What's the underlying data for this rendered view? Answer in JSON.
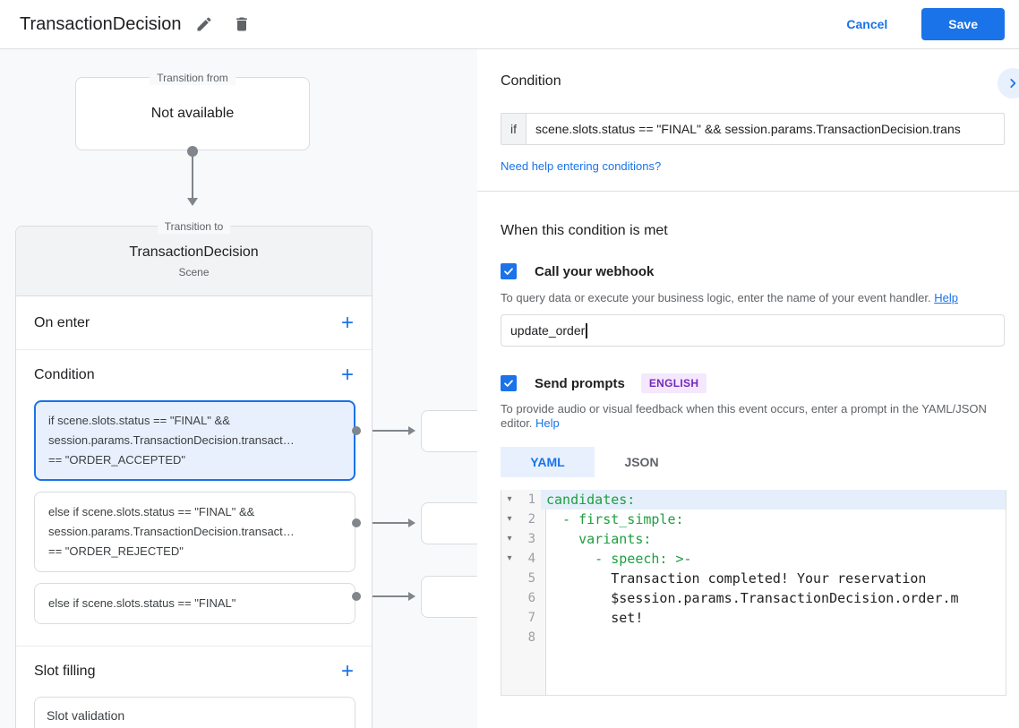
{
  "header": {
    "title": "TransactionDecision",
    "cancel_label": "Cancel",
    "save_label": "Save"
  },
  "diagram": {
    "add_symbol": "+",
    "transition_from": {
      "legend": "Transition from",
      "content": "Not available"
    },
    "scene": {
      "legend": "Transition to",
      "title": "TransactionDecision",
      "subtitle": "Scene"
    },
    "on_enter_label": "On enter",
    "condition_label": "Condition",
    "conditions": [
      {
        "text": "if scene.slots.status == \"FINAL\" &&\nsession.params.TransactionDecision.transact…\n== \"ORDER_ACCEPTED\""
      },
      {
        "text": "else if scene.slots.status == \"FINAL\" &&\nsession.params.TransactionDecision.transact…\n== \"ORDER_REJECTED\""
      },
      {
        "text": "else if scene.slots.status == \"FINAL\""
      }
    ],
    "slot_filling_label": "Slot filling",
    "slot_item": "Slot validation"
  },
  "panel": {
    "heading": "Condition",
    "if_prefix": "if",
    "if_value": "scene.slots.status == \"FINAL\" && session.params.TransactionDecision.trans",
    "conditions_help_link": "Need help entering conditions?",
    "when_heading": "When this condition is met",
    "webhook": {
      "label": "Call your webhook",
      "description": "To query data or execute your business logic, enter the name of your event handler.",
      "help_link": "Help",
      "value": "update_order"
    },
    "prompts": {
      "label": "Send prompts",
      "language_badge": "ENGLISH",
      "description": "To provide audio or visual feedback when this event occurs, enter a prompt in the YAML/JSON editor.",
      "help_link": "Help"
    },
    "tabs": {
      "yaml": "YAML",
      "json": "JSON"
    },
    "editor": {
      "lines": [
        {
          "num": "1",
          "fold": "▾",
          "key": "candidates:",
          "plain": ""
        },
        {
          "num": "2",
          "fold": "▾",
          "key": "  - first_simple:",
          "plain": ""
        },
        {
          "num": "3",
          "fold": "▾",
          "key": "    variants:",
          "plain": ""
        },
        {
          "num": "4",
          "fold": "▾",
          "key": "      - speech: >-",
          "plain": ""
        },
        {
          "num": "5",
          "fold": "",
          "key": "",
          "plain": "        Transaction completed! Your reservation"
        },
        {
          "num": "6",
          "fold": "",
          "key": "",
          "plain": "        $session.params.TransactionDecision.order.m"
        },
        {
          "num": "7",
          "fold": "",
          "key": "",
          "plain": "        set!"
        },
        {
          "num": "8",
          "fold": "",
          "key": "",
          "plain": ""
        }
      ]
    },
    "colors": {
      "accent_blue": "#1a73e8",
      "selected_fill": "#e8f0fe",
      "badge_purple": "#7627bb",
      "yaml_key_green": "#1e9e40"
    }
  }
}
